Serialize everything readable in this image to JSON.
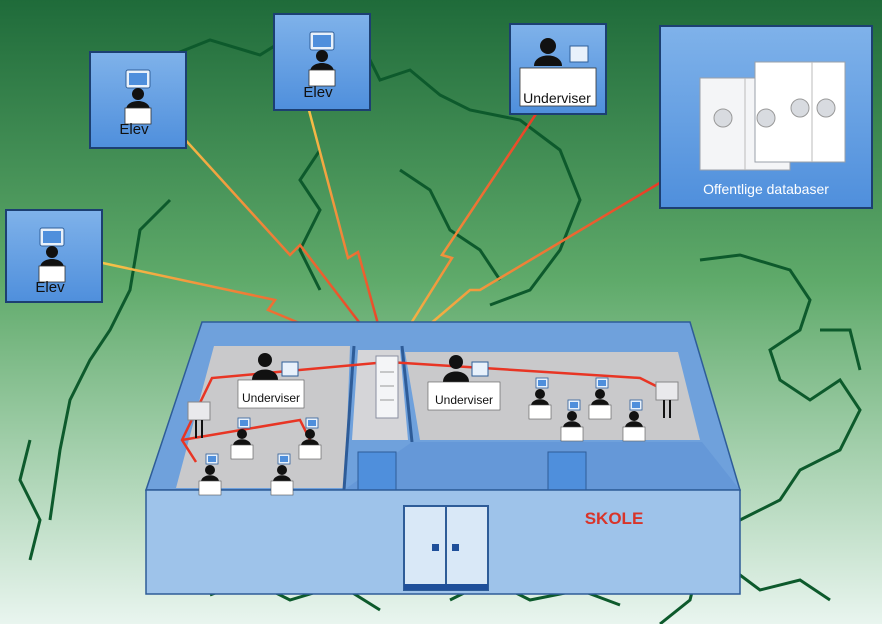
{
  "colors": {
    "bg_top": "#1f6b3a",
    "bg_mid": "#5faa6a",
    "bg_bottom": "#e9f5ef",
    "map_outline": "#0d5a2c",
    "card_blue": "#4f8fdc",
    "card_light": "#9cc4ef",
    "building_wall": "#9ec3ea",
    "building_roof": "#6fa1dc",
    "floor": "#c9c9cb",
    "link_red": "#e83524",
    "link_yellow": "#f6c84a",
    "skole_red": "#d8342a"
  },
  "labels": {
    "elev_left": "Elev",
    "elev_top1": "Elev",
    "elev_top2": "Elev",
    "underviser_top": "Underviser",
    "database": "Offentlige databaser",
    "underviser_room1": "Underviser",
    "underviser_room2": "Underviser",
    "skole": "SKOLE"
  },
  "icons": {
    "person": "person-at-computer-icon",
    "server": "server-tower-icon",
    "database": "database-server-cabinet-icon",
    "door": "glass-double-door-icon"
  }
}
